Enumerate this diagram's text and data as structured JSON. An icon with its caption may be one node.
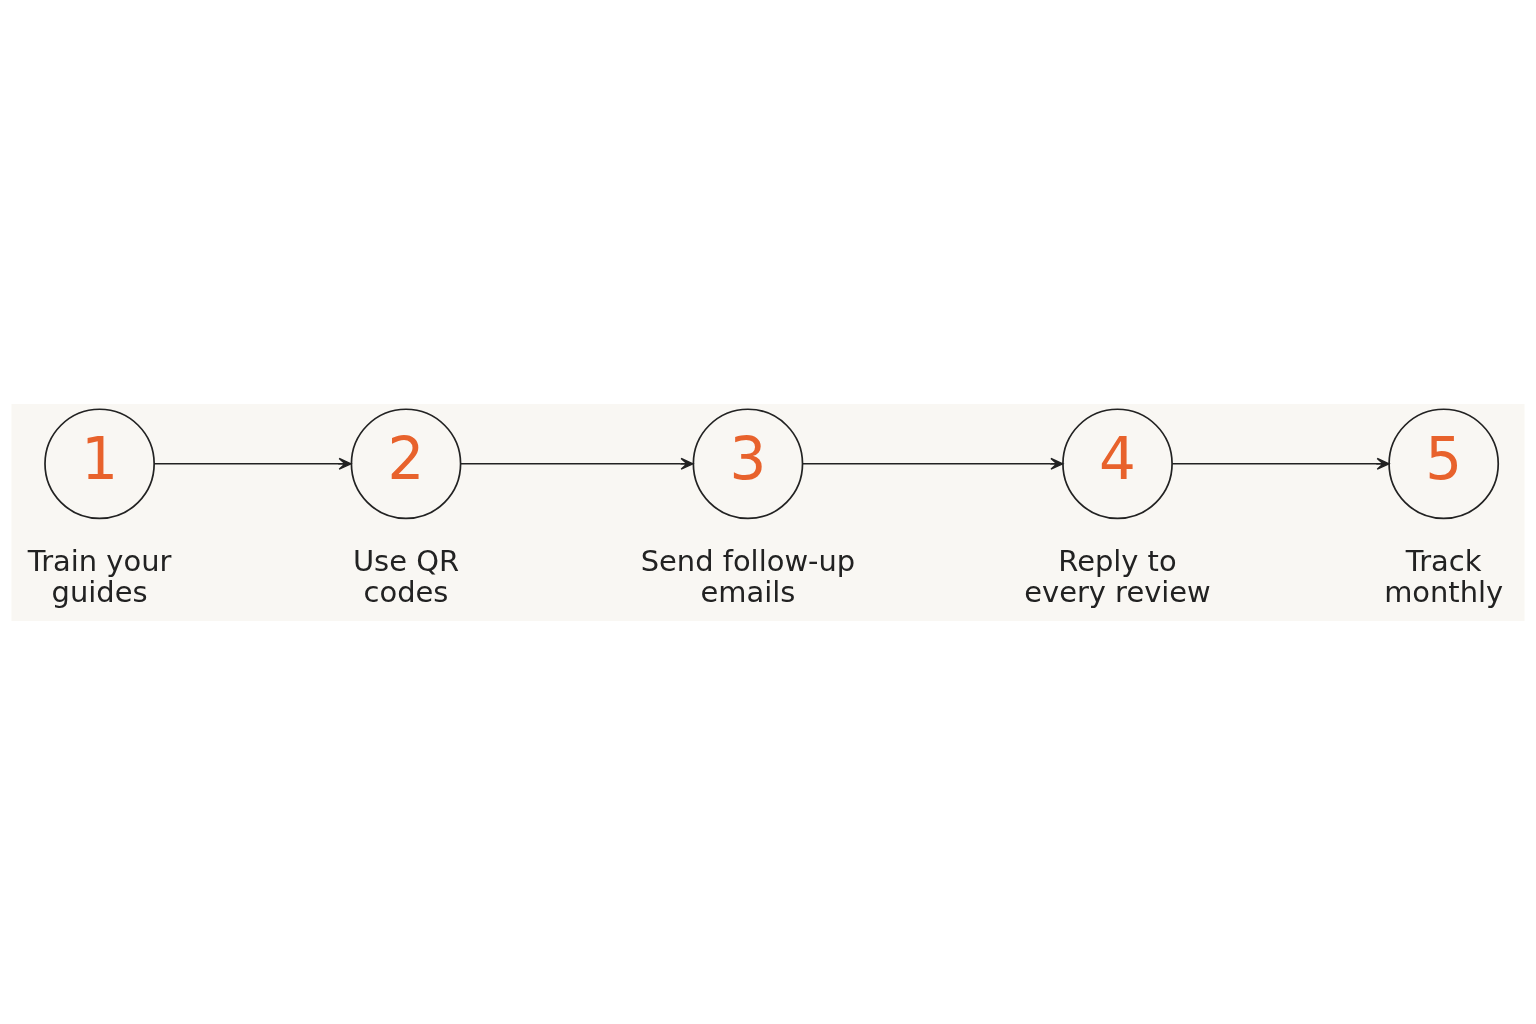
{
  "diagram": {
    "nodes": [
      {
        "text": [
          "1"
        ],
        "beside": [
          "Train your guides"
        ]
      },
      {
        "text": [
          "2"
        ],
        "beside": [
          "Use QR codes"
        ]
      },
      {
        "text": [
          "3"
        ],
        "beside": [
          "Send follow-up emails"
        ]
      },
      {
        "text": [
          "4"
        ],
        "beside": [
          "Reply to every review"
        ]
      },
      {
        "text": [
          "5"
        ],
        "beside": [
          "Track monthly"
        ]
      }
    ],
    "edges": [
      {
        "from": 0,
        "to": 1,
        "arrow": "to"
      },
      {
        "from": 1,
        "to": 2,
        "arrow": "to"
      },
      {
        "from": 2,
        "to": 3,
        "arrow": "to"
      },
      {
        "from": 3,
        "to": 4,
        "arrow": "to"
      }
    ]
  }
}
